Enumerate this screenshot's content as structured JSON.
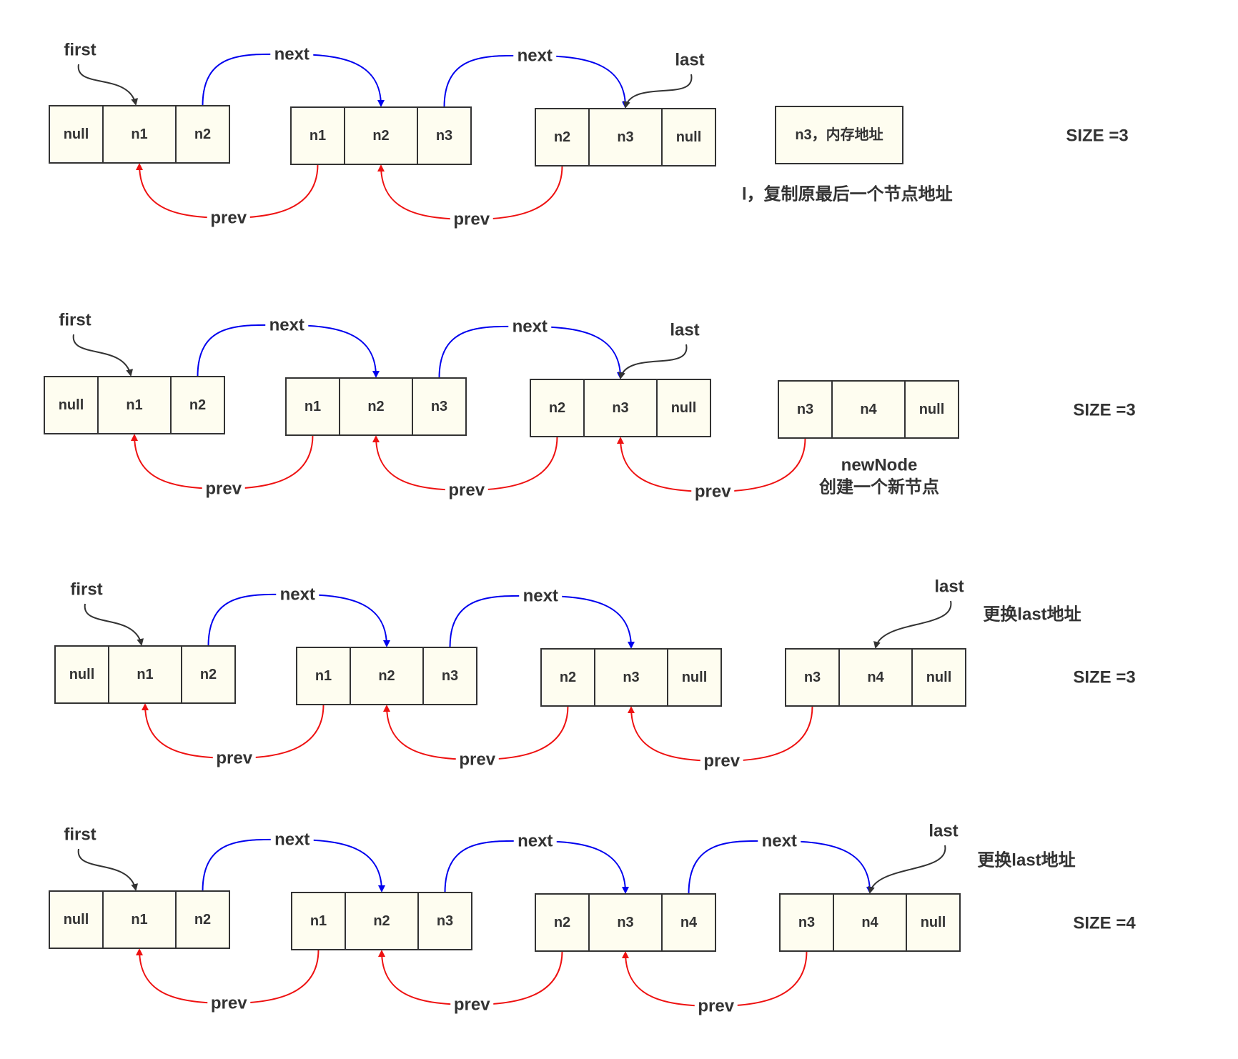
{
  "colors": {
    "node_fill": "#fefdf0",
    "node_border": "#333333",
    "next_arrow": "#0000ee",
    "prev_arrow": "#ee1111",
    "pointer_arrow": "#333333",
    "text": "#333333"
  },
  "labels": {
    "first": "first",
    "last": "last",
    "next": "next",
    "prev": "prev"
  },
  "steps": [
    {
      "nodes": [
        {
          "cells": [
            "null",
            "n1",
            "n2"
          ]
        },
        {
          "cells": [
            "n1",
            "n2",
            "n3"
          ]
        },
        {
          "cells": [
            "n2",
            "n3",
            "null"
          ]
        }
      ],
      "variable": "n3，内存地址",
      "notes": [
        "l，复制原最后一个节点地址"
      ],
      "size": "SIZE =3"
    },
    {
      "nodes": [
        {
          "cells": [
            "null",
            "n1",
            "n2"
          ]
        },
        {
          "cells": [
            "n1",
            "n2",
            "n3"
          ]
        },
        {
          "cells": [
            "n2",
            "n3",
            "null"
          ]
        },
        {
          "cells": [
            "n3",
            "n4",
            "null"
          ]
        }
      ],
      "notes": [
        "newNode",
        "创建一个新节点"
      ],
      "size": "SIZE =3"
    },
    {
      "nodes": [
        {
          "cells": [
            "null",
            "n1",
            "n2"
          ]
        },
        {
          "cells": [
            "n1",
            "n2",
            "n3"
          ]
        },
        {
          "cells": [
            "n2",
            "n3",
            "null"
          ]
        },
        {
          "cells": [
            "n3",
            "n4",
            "null"
          ]
        }
      ],
      "notes": [
        "更换last地址"
      ],
      "size": "SIZE =3"
    },
    {
      "nodes": [
        {
          "cells": [
            "null",
            "n1",
            "n2"
          ]
        },
        {
          "cells": [
            "n1",
            "n2",
            "n3"
          ]
        },
        {
          "cells": [
            "n2",
            "n3",
            "n4"
          ]
        },
        {
          "cells": [
            "n3",
            "n4",
            "null"
          ]
        }
      ],
      "notes": [
        "更换last地址"
      ],
      "size": "SIZE =4"
    }
  ]
}
